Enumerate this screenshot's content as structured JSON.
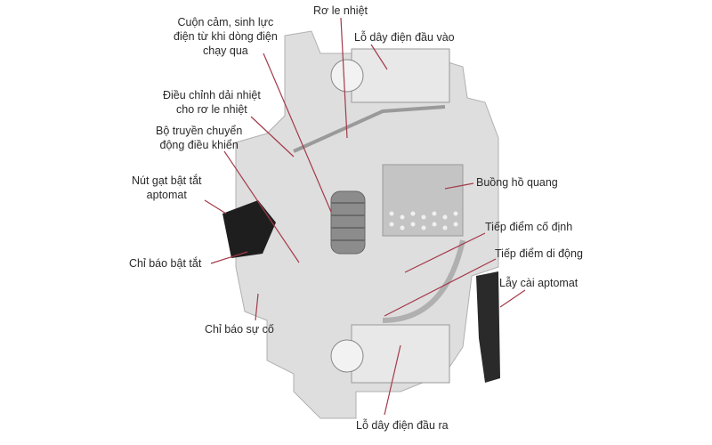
{
  "colors": {
    "leader": "#a33a4a",
    "body": "#dcdcdc",
    "shade": "#b9b9b9",
    "dark": "#1e1e1e",
    "spring": "#8c8c8c"
  },
  "labels": {
    "inductor": [
      "Cuộn cảm, sinh lực",
      "điện từ khi dòng điện",
      "chạy qua"
    ],
    "thermal_relay": "Rơ le nhiệt",
    "input_terminal": "Lỗ dây điện đầu vào",
    "thermal_adjust": [
      "Điều chỉnh dải nhiệt",
      "cho rơ le nhiệt"
    ],
    "transmission": [
      "Bộ truyền chuyển",
      "động điều khiển"
    ],
    "toggle": [
      "Nút gạt bật tắt",
      "aptomat"
    ],
    "on_off_indicator": "Chỉ báo bật tắt",
    "fault_indicator": "Chỉ báo sự cố",
    "arc_chamber": "Buồng hồ quang",
    "fixed_contact": "Tiếp điểm cố định",
    "moving_contact": "Tiếp điểm di động",
    "latch": "Lẫy cài aptomat",
    "output_terminal": "Lỗ dây điện đầu ra"
  }
}
